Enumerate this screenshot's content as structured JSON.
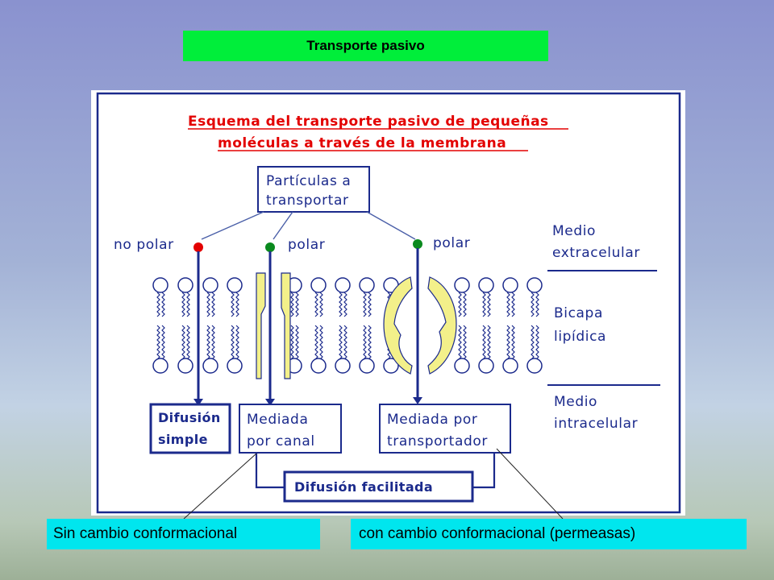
{
  "slide_title": "Transporte pasivo",
  "diagram": {
    "heading_line1": "Esquema del transporte pasivo de pequeñas",
    "heading_line2": "moléculas a través de la membrana",
    "particles_box_line1": "Partículas a",
    "particles_box_line2": "transportar",
    "label_nonpolar": "no polar",
    "label_polar_channel": "polar",
    "label_polar_carrier": "polar",
    "side_extracellular_line1": "Medio",
    "side_extracellular_line2": "extracelular",
    "side_bilayer_line1": "Bicapa",
    "side_bilayer_line2": "lipídica",
    "side_intracellular_line1": "Medio",
    "side_intracellular_line2": "intracelular",
    "box_simple_line1": "Difusión",
    "box_simple_line2": "simple",
    "box_channel_line1": "Mediada",
    "box_channel_line2": "por canal",
    "box_carrier_line1": "Mediada por",
    "box_carrier_line2": "transportador",
    "box_facilitated": "Difusión facilitada"
  },
  "callouts": {
    "left": "Sin cambio conformacional",
    "right": "con cambio conformacional (permeasas)"
  },
  "colors": {
    "title_bg": "#00ee3a",
    "callout_bg": "#00e6ee",
    "diagram_ink": "#1b2a8c",
    "heading_red": "#e30000",
    "nonpolar_particle": "#e30000",
    "polar_particle": "#0a8a1e",
    "protein_fill": "#f3f08a"
  }
}
